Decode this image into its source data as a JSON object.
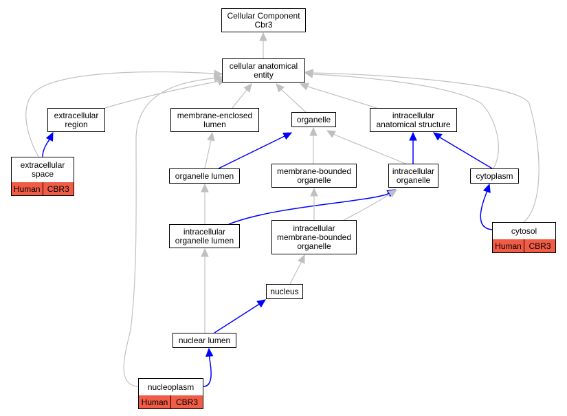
{
  "colors": {
    "is_a": "#c0c0c0",
    "part_of": "#0000ff",
    "annotation_fill": "#f05c45"
  },
  "nodes": {
    "root": {
      "line1": "Cellular Component",
      "line2": "Cbr3"
    },
    "cae": {
      "line1": "cellular anatomical",
      "line2": "entity"
    },
    "extracellular_region": {
      "line1": "extracellular",
      "line2": "region"
    },
    "membrane_enclosed_lumen": {
      "line1": "membrane-enclosed",
      "line2": "lumen"
    },
    "organelle": {
      "line1": "organelle"
    },
    "intracellular_anatomical_structure": {
      "line1": "intracellular",
      "line2": "anatomical structure"
    },
    "extracellular_space": {
      "line1": "extracellular",
      "line2": "space",
      "species": "Human",
      "gene": "CBR3"
    },
    "organelle_lumen": {
      "line1": "organelle lumen"
    },
    "membrane_bounded_organelle": {
      "line1": "membrane-bounded",
      "line2": "organelle"
    },
    "intracellular_organelle": {
      "line1": "intracellular",
      "line2": "organelle"
    },
    "cytoplasm": {
      "line1": "cytoplasm"
    },
    "intracellular_organelle_lumen": {
      "line1": "intracellular",
      "line2": "organelle lumen"
    },
    "intracellular_membrane_bounded_organelle": {
      "line1": "intracellular",
      "line2": "membrane-bounded",
      "line3": "organelle"
    },
    "cytosol": {
      "line1": "cytosol",
      "species": "Human",
      "gene": "CBR3"
    },
    "nucleus": {
      "line1": "nucleus"
    },
    "nuclear_lumen": {
      "line1": "nuclear lumen"
    },
    "nucleoplasm": {
      "line1": "nucleoplasm",
      "species": "Human",
      "gene": "CBR3"
    }
  },
  "edges": [
    {
      "from": "cae",
      "to": "root",
      "type": "is_a"
    },
    {
      "from": "extracellular_region",
      "to": "cae",
      "type": "is_a"
    },
    {
      "from": "membrane_enclosed_lumen",
      "to": "cae",
      "type": "is_a"
    },
    {
      "from": "organelle",
      "to": "cae",
      "type": "is_a"
    },
    {
      "from": "intracellular_anatomical_structure",
      "to": "cae",
      "type": "is_a"
    },
    {
      "from": "extracellular_space",
      "to": "cae",
      "type": "is_a"
    },
    {
      "from": "extracellular_space",
      "to": "extracellular_region",
      "type": "part_of"
    },
    {
      "from": "organelle_lumen",
      "to": "membrane_enclosed_lumen",
      "type": "is_a"
    },
    {
      "from": "organelle_lumen",
      "to": "organelle",
      "type": "part_of"
    },
    {
      "from": "membrane_bounded_organelle",
      "to": "organelle",
      "type": "is_a"
    },
    {
      "from": "intracellular_organelle",
      "to": "organelle",
      "type": "is_a"
    },
    {
      "from": "intracellular_organelle",
      "to": "intracellular_anatomical_structure",
      "type": "part_of"
    },
    {
      "from": "cytoplasm",
      "to": "intracellular_anatomical_structure",
      "type": "part_of"
    },
    {
      "from": "cytoplasm",
      "to": "cae",
      "type": "is_a"
    },
    {
      "from": "intracellular_organelle_lumen",
      "to": "organelle_lumen",
      "type": "is_a"
    },
    {
      "from": "intracellular_organelle_lumen",
      "to": "intracellular_organelle",
      "type": "part_of"
    },
    {
      "from": "intracellular_membrane_bounded_organelle",
      "to": "membrane_bounded_organelle",
      "type": "is_a"
    },
    {
      "from": "intracellular_membrane_bounded_organelle",
      "to": "intracellular_organelle",
      "type": "is_a"
    },
    {
      "from": "cytosol",
      "to": "cytoplasm",
      "type": "part_of"
    },
    {
      "from": "cytosol",
      "to": "cae",
      "type": "is_a"
    },
    {
      "from": "nucleus",
      "to": "intracellular_membrane_bounded_organelle",
      "type": "is_a"
    },
    {
      "from": "nuclear_lumen",
      "to": "intracellular_organelle_lumen",
      "type": "is_a"
    },
    {
      "from": "nuclear_lumen",
      "to": "nucleus",
      "type": "part_of"
    },
    {
      "from": "nucleoplasm",
      "to": "nuclear_lumen",
      "type": "part_of"
    },
    {
      "from": "nucleoplasm",
      "to": "cae",
      "type": "is_a"
    }
  ]
}
